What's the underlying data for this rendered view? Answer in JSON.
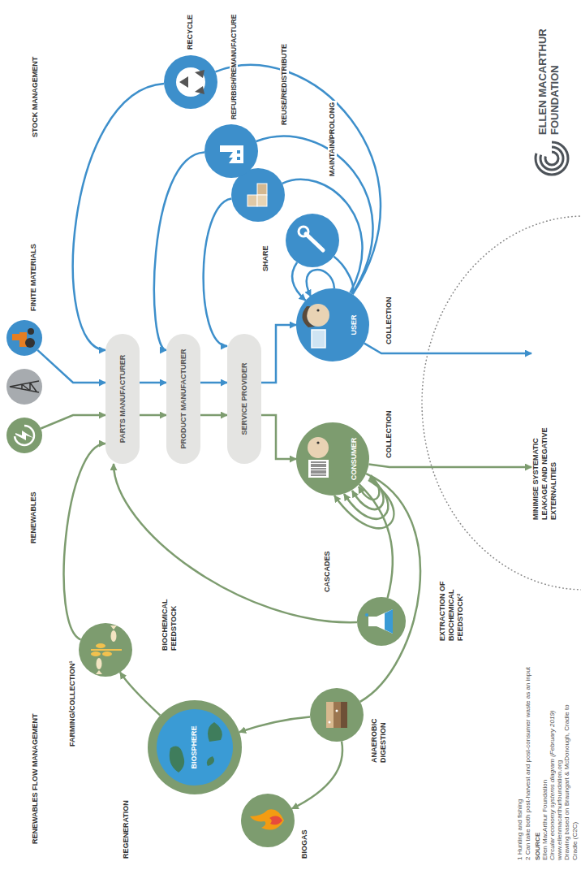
{
  "diagram": {
    "nodes": [
      {
        "text": [
          "RENEWABLES"
        ]
      },
      {
        "text": [
          "FINITE MATERIALS"
        ]
      },
      {
        "text": [
          "PARTS MANUFACTURER"
        ]
      },
      {
        "text": [
          "PRODUCT MANUFACTURER"
        ]
      },
      {
        "text": [
          "SERVICE PROVIDER"
        ]
      },
      {
        "text": [
          "CONSUMER"
        ]
      },
      {
        "text": [
          "USER"
        ]
      },
      {
        "text": [
          "MAINTAIN/PROLONG"
        ]
      },
      {
        "text": [
          "REUSE/REDISTRIBUTE"
        ]
      },
      {
        "text": [
          "REFURBISH/REMANUFACTURE"
        ]
      },
      {
        "text": [
          "RECYCLE"
        ]
      },
      {
        "text": [
          "FARMING/COLLECTION¹"
        ]
      },
      {
        "text": [
          "BIOSPHERE"
        ]
      },
      {
        "text": [
          "BIOGAS"
        ]
      },
      {
        "text": [
          "ANAEROBIC DIGESTION"
        ]
      },
      {
        "text": [
          "EXTRACTION OF BIOCHEMICAL FEEDSTOCK²"
        ]
      },
      {
        "text": [
          "MINIMISE SYSTEMATIC LEAKAGE AND NEGATIVE EXTERNALITIES"
        ]
      }
    ],
    "edges": [
      {
        "from": 0,
        "to": 2,
        "arrow": "to"
      },
      {
        "from": 1,
        "to": 2,
        "arrow": "to"
      },
      {
        "from": 2,
        "to": 3,
        "arrow": "to"
      },
      {
        "from": 2,
        "to": 3,
        "arrow": "to"
      },
      {
        "from": 3,
        "to": 4,
        "arrow": "to"
      },
      {
        "from": 3,
        "to": 4,
        "arrow": "to"
      },
      {
        "from": 4,
        "to": 6,
        "arrow": "to"
      },
      {
        "from": 4,
        "to": 5,
        "arrow": "to"
      },
      {
        "from": 6,
        "to": 7,
        "arrow": "none"
      },
      {
        "from": 7,
        "to": 6,
        "arrow": "to"
      },
      {
        "from": 6,
        "to": 8,
        "arrow": "none"
      },
      {
        "from": 8,
        "to": 4,
        "arrow": "to"
      },
      {
        "from": 6,
        "to": 9,
        "arrow": "none"
      },
      {
        "from": 9,
        "to": 3,
        "arrow": "to"
      },
      {
        "from": 6,
        "to": 10,
        "arrow": "none"
      },
      {
        "from": 10,
        "to": 2,
        "arrow": "to"
      },
      {
        "from": 6,
        "to": 16,
        "arrow": "to"
      },
      {
        "from": 5,
        "to": 16,
        "arrow": "to"
      },
      {
        "from": 5,
        "to": 15,
        "arrow": "none"
      },
      {
        "from": 15,
        "to": 2,
        "arrow": "to"
      },
      {
        "from": 5,
        "to": 14,
        "arrow": "none"
      },
      {
        "from": 14,
        "to": 12,
        "arrow": "to"
      },
      {
        "from": 14,
        "to": 13,
        "arrow": "to"
      },
      {
        "from": 12,
        "to": 11,
        "arrow": "to"
      },
      {
        "from": 11,
        "to": 2,
        "arrow": "to"
      }
    ],
    "labels": [
      "STOCK MANAGEMENT",
      "RENEWABLES FLOW MANAGEMENT",
      "COLLECTION",
      "COLLECTION",
      "SHARE",
      "CASCADES",
      "BIOCHEMICAL FEEDSTOCK",
      "REGENERATION",
      "ELLEN MACARTHUR FOUNDATION",
      "1 Hunting and fishing",
      "2 Can take both post-harvest and post-consumer waste as an input",
      "SOURCE",
      "Ellen MacArthur Foundation",
      "Circular economy systems diagram (February 2019)",
      "www.ellenmacarthurfoundation.org",
      "Drawing based on Braungart & McDonough, Cradle to Cradle (C2C)"
    ]
  }
}
